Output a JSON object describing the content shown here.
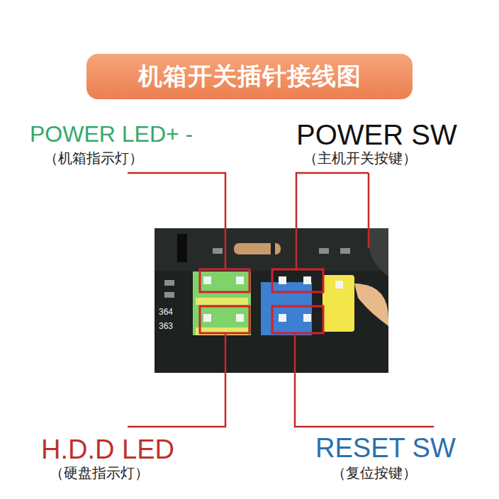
{
  "diagram": {
    "title": "机箱开关插针接线图",
    "labels": [
      "POWER LED+ -",
      "（机箱指示灯）",
      "POWER SW",
      "（主机开关按键）",
      "H.D.D LED",
      "（硬盘指示灯）",
      "RESET SW",
      "（复位按键）",
      "364",
      "363"
    ]
  }
}
